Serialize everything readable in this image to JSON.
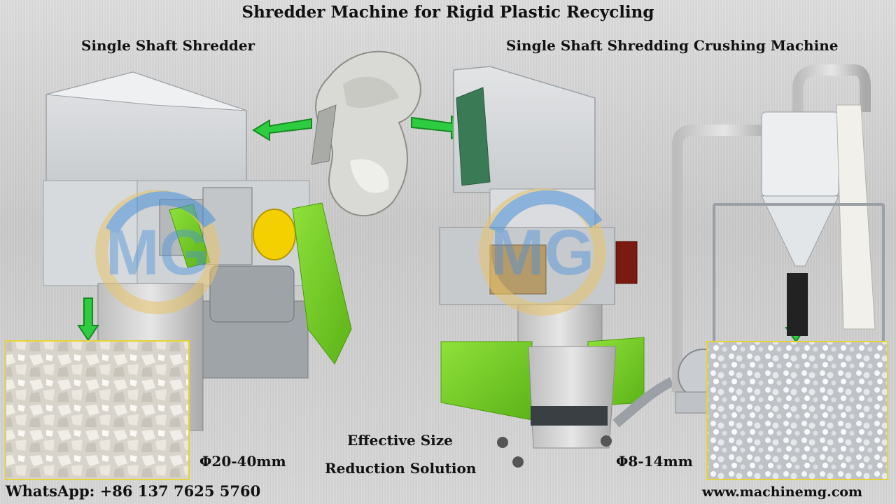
{
  "title": "Shredder Machine for Rigid Plastic Recycling",
  "left_machine_label": "Single Shaft Shredder",
  "right_machine_label": "Single Shaft Shredding Crushing Machine",
  "center_text": {
    "line1": "Effective Size",
    "line2": "Reduction Solution"
  },
  "left_output_size": "Φ20-40mm",
  "right_output_size": "Φ8-14mm",
  "contact": "WhatsApp: +86 137 7625 5760",
  "website": "www.machinemg.com",
  "watermark_logo": "MG",
  "colors": {
    "machine_green": "#7ed321",
    "arrow_green": "#2ecc40",
    "logo_blue": "#4a90d9",
    "logo_gold": "#e8c46a",
    "roller_yellow": "#f5d000"
  },
  "icons": [
    "arrow-left-icon",
    "arrow-right-icon",
    "arrow-down-icon"
  ]
}
